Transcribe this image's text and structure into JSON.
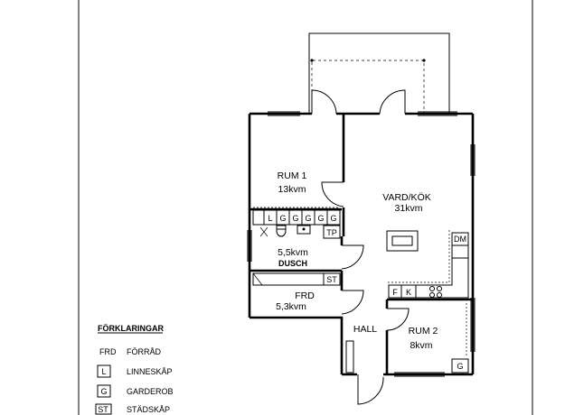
{
  "rooms": {
    "rum1": {
      "name": "RUM 1",
      "area": "13kvm"
    },
    "vardkok": {
      "name": "VARD/KÖK",
      "area": "31kvm"
    },
    "dusch": {
      "area": "5,5kvm",
      "name": "DUSCH"
    },
    "frd": {
      "name": "FRD",
      "area": "5,3kvm"
    },
    "hall": {
      "name": "HALL"
    },
    "rum2": {
      "name": "RUM 2",
      "area": "8kvm"
    }
  },
  "fixtures": {
    "linen": "L",
    "wardrobe": "G",
    "tp": "TP",
    "st": "ST",
    "dm": "DM",
    "fridge": "F",
    "kitchen": "K"
  },
  "legend": {
    "title": "FÖRKLARINGAR",
    "items": [
      {
        "key": "FRD",
        "label": "FÖRRÅD"
      },
      {
        "key": "L",
        "label": "LINNESKÅP"
      },
      {
        "key": "G",
        "label": "GARDEROB"
      },
      {
        "key": "ST",
        "label": "STÄDSKÅP"
      }
    ]
  }
}
